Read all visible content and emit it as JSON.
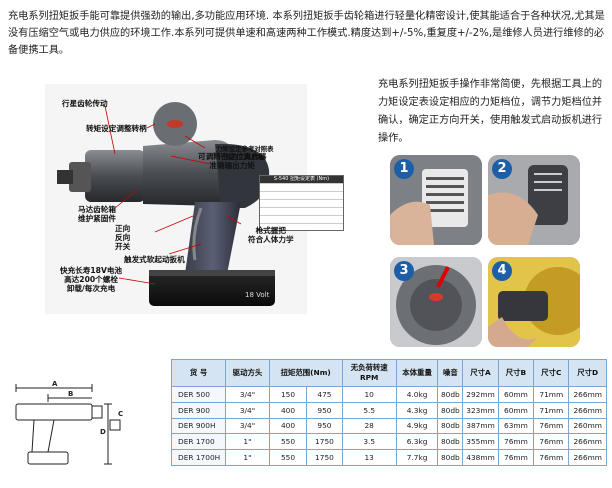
{
  "intro": "充电系列扭矩扳手能可靠提供强劲的输出,多功能应用环境. 本系列扭矩扳手齿轮箱进行轻量化精密设计,使其能适合于各种状况,尤其是没有压缩空气或电力供应的环境工作.本系列可提供单速和高速两种工作模式.精度达到+/-5%,重复度+/-2%,是维修人员进行维修的必备便携工具。",
  "description": "充电系列扭矩扳手操作非常简便，先根据工具上的力矩设定表设定相应的力矩档位，调节力矩档位并确认，确定正方向开关，使用触发式启动扳机进行操作。",
  "callouts": {
    "planetary": "行星齿轮传动",
    "torque_ring": "转矩设定调整转柄",
    "torque_table": "力矩设定参考对照表\n贴在工具后端",
    "precise_limit": "可调精密定位离合器\n准确输出力矩",
    "horse_gear": "马达齿轮箱\n维护紧固件",
    "direction": "正向\n反向\n开关",
    "trigger": "触发式软起动扳机",
    "grip": "枪式握把\n符合人体力学",
    "battery": "快充长寿18V电池\n高达200个螺栓\n卸载/每次充电"
  },
  "battery_label": "18 Volt",
  "chart_sticker": {
    "header": "S-540 扭矩设定表 (Nm)",
    "rows": 6
  },
  "steps": [
    "1",
    "2",
    "3",
    "4"
  ],
  "schematic": {
    "a": "A",
    "b": "B",
    "c": "C",
    "d": "D"
  },
  "table": {
    "headers": [
      "货 号",
      "驱动方头",
      "扭矩范围(Nm)",
      "",
      "无负荷转速\nRPM",
      "本体重量",
      "噪音",
      "尺寸A",
      "尺寸B",
      "尺寸C",
      "尺寸D"
    ],
    "rows": [
      [
        "DER 500",
        "3/4\"",
        "150",
        "475",
        "10",
        "4.0kg",
        "80db",
        "292mm",
        "60mm",
        "71mm",
        "266mm"
      ],
      [
        "DER 900",
        "3/4\"",
        "400",
        "950",
        "5.5",
        "4.3kg",
        "80db",
        "323mm",
        "60mm",
        "71mm",
        "266mm"
      ],
      [
        "DER 900H",
        "3/4\"",
        "400",
        "950",
        "28",
        "4.9kg",
        "80db",
        "387mm",
        "63mm",
        "76mm",
        "260mm"
      ],
      [
        "DER 1700",
        "1\"",
        "550",
        "1750",
        "3.5",
        "6.3kg",
        "80db",
        "355mm",
        "76mm",
        "76mm",
        "266mm"
      ],
      [
        "DER 1700H",
        "1\"",
        "550",
        "1750",
        "13",
        "7.7kg",
        "80db",
        "438mm",
        "76mm",
        "76mm",
        "266mm"
      ]
    ]
  }
}
